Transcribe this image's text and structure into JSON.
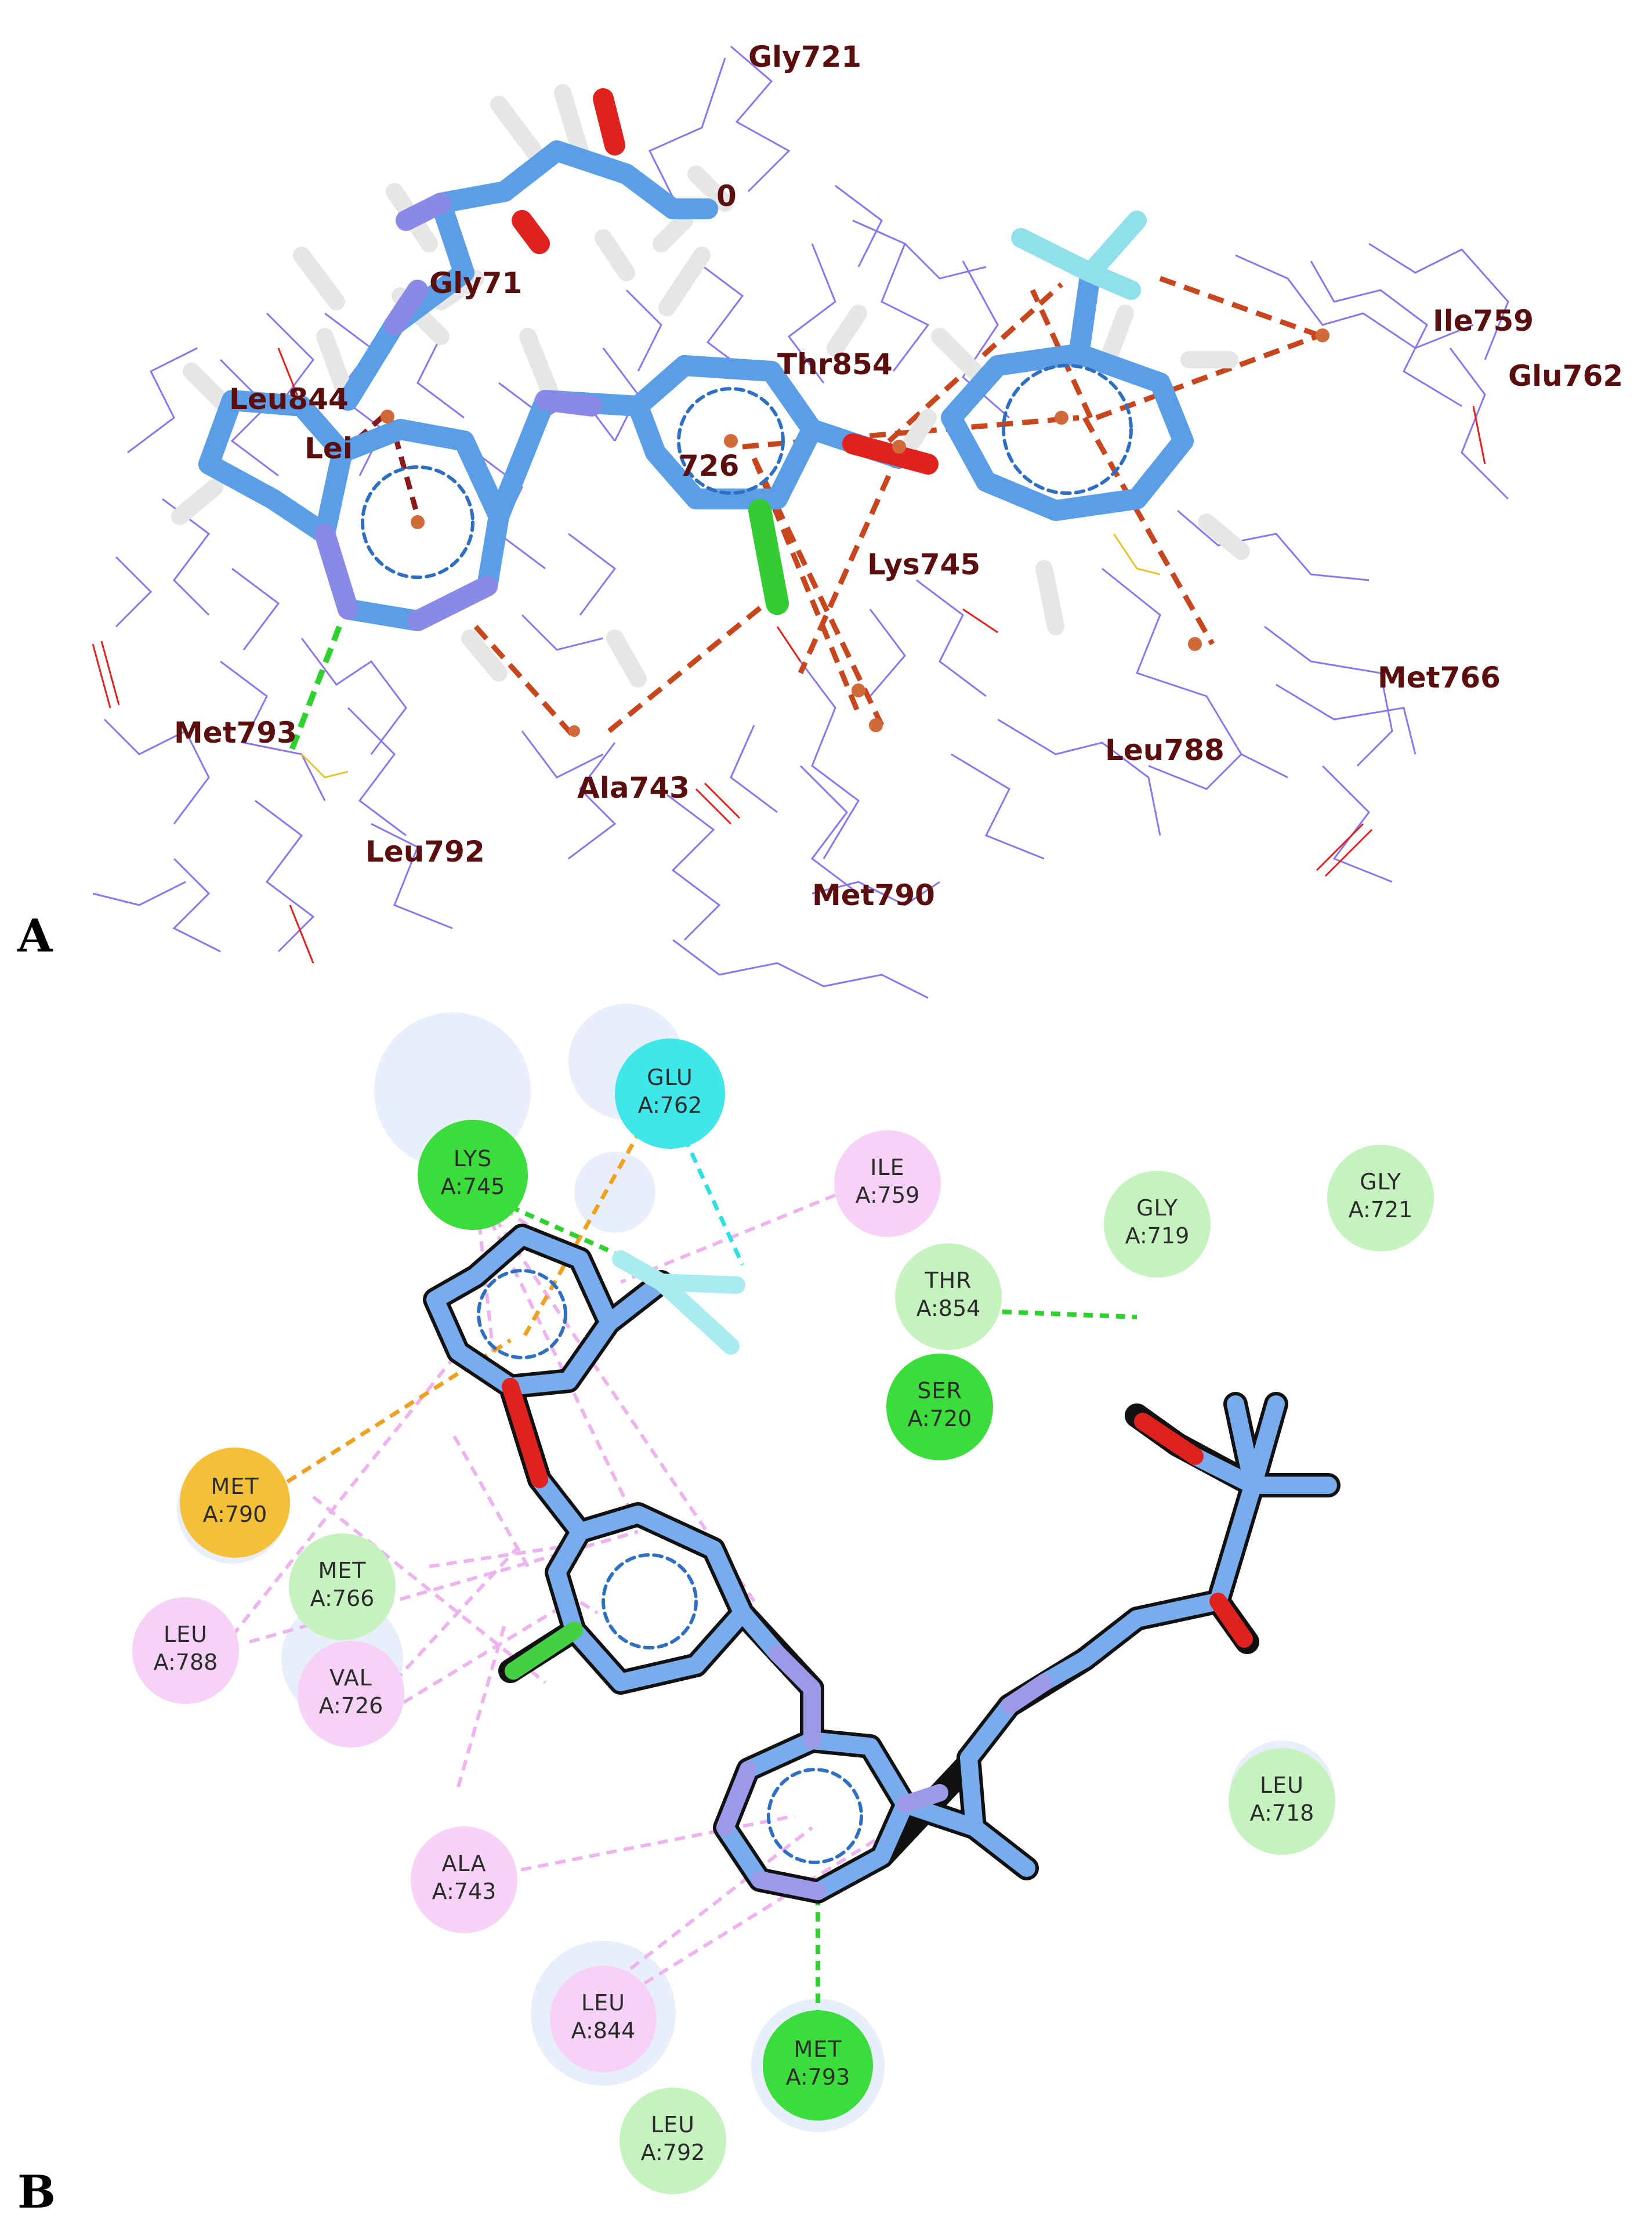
{
  "panels": [
    {
      "id": "A",
      "letter": "A"
    },
    {
      "id": "B",
      "letter": "B"
    }
  ],
  "panel_a": {
    "residue_labels": [
      "Gly721",
      "Ile759",
      "Glu762",
      "Leu844",
      "Thr854",
      "Lys745",
      "Met766",
      "Met793",
      "Ala743",
      "Leu788",
      "Leu792",
      "Met790"
    ],
    "partial_labels": [
      "Gly71",
      "Lei",
      "726",
      "0"
    ]
  },
  "panel_b": {
    "residues": [
      {
        "name": "GLU",
        "id": "A:762",
        "type": "pi-anion"
      },
      {
        "name": "LYS",
        "id": "A:745",
        "type": "hbond"
      },
      {
        "name": "ILE",
        "id": "A:759",
        "type": "alkyl"
      },
      {
        "name": "GLY",
        "id": "A:719",
        "type": "vdw"
      },
      {
        "name": "GLY",
        "id": "A:721",
        "type": "vdw"
      },
      {
        "name": "THR",
        "id": "A:854",
        "type": "vdw"
      },
      {
        "name": "SER",
        "id": "A:720",
        "type": "hbond"
      },
      {
        "name": "MET",
        "id": "A:790",
        "type": "pi-sulfur"
      },
      {
        "name": "MET",
        "id": "A:766",
        "type": "vdw"
      },
      {
        "name": "LEU",
        "id": "A:788",
        "type": "alkyl"
      },
      {
        "name": "VAL",
        "id": "A:726",
        "type": "alkyl"
      },
      {
        "name": "ALA",
        "id": "A:743",
        "type": "alkyl"
      },
      {
        "name": "LEU",
        "id": "A:718",
        "type": "vdw"
      },
      {
        "name": "LEU",
        "id": "A:844",
        "type": "alkyl"
      },
      {
        "name": "MET",
        "id": "A:793",
        "type": "hbond"
      },
      {
        "name": "LEU",
        "id": "A:792",
        "type": "vdw"
      }
    ]
  },
  "colors": {
    "ligand_blue": "#5a9ee8",
    "ligand_dark": "#2f6fc1",
    "nitrogen": "#8a8ae6",
    "oxygen": "#e0221f",
    "chlorine": "#33cc33",
    "fluorine": "#8fe0ea",
    "hydrogen": "#e8e8e8",
    "protein_wire": "#7b68ee",
    "hydrophobic_dash": "#c8461d",
    "hbond_green": "#2fd12f",
    "alkyl_pink": "#eeb2ee",
    "pi_sulfur_orange": "#f0a020",
    "pi_anion_cyan": "#2ee0e6",
    "disc_hbond": "#3bdc3b",
    "disc_vdw": "#c6f2c0",
    "disc_alkyl": "#f6d2f6",
    "disc_pi_sulfur": "#f4c03a",
    "disc_pi_anion": "#3fe6ea",
    "label_dark_red": "#5a0e0e"
  }
}
